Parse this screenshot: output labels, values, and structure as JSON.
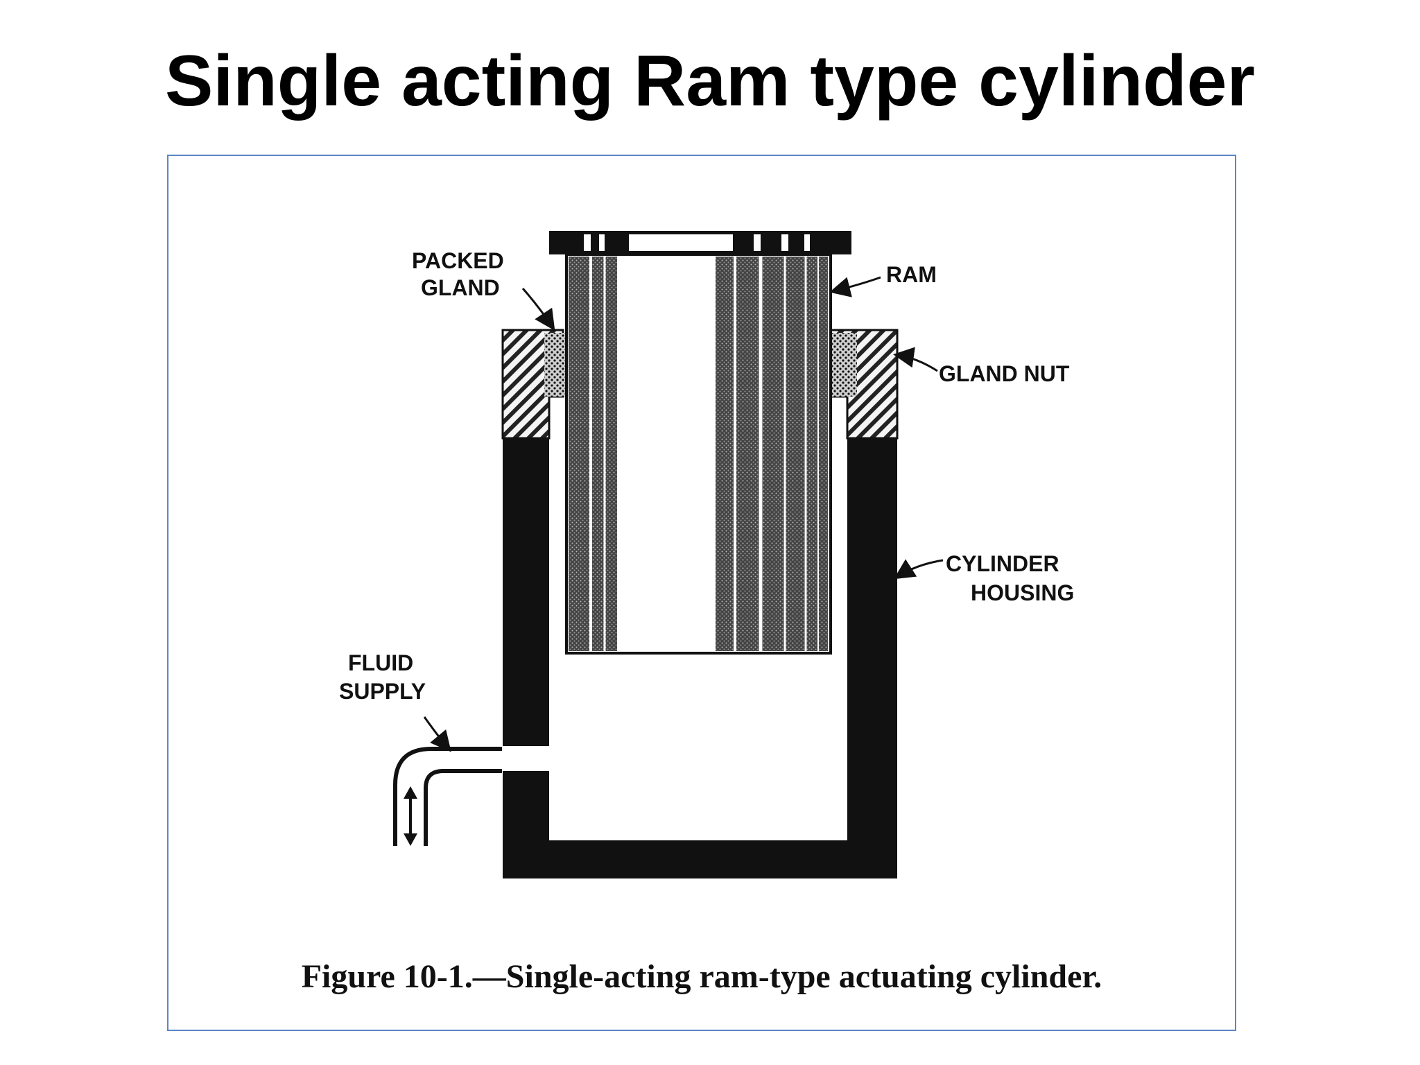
{
  "title": "Single acting Ram type cylinder",
  "figure": {
    "caption": "Figure 10-1.—Single-acting ram-type actuating cylinder.",
    "labels": {
      "packed_gland_1": "PACKED",
      "packed_gland_2": "GLAND",
      "ram": "RAM",
      "gland_nut": "GLAND NUT",
      "cylinder_housing_1": "CYLINDER",
      "cylinder_housing_2": "HOUSING",
      "fluid_supply_1": "FLUID",
      "fluid_supply_2": "SUPPLY"
    }
  },
  "colors": {
    "frame_border": "#5b86c5",
    "ink": "#111111"
  }
}
